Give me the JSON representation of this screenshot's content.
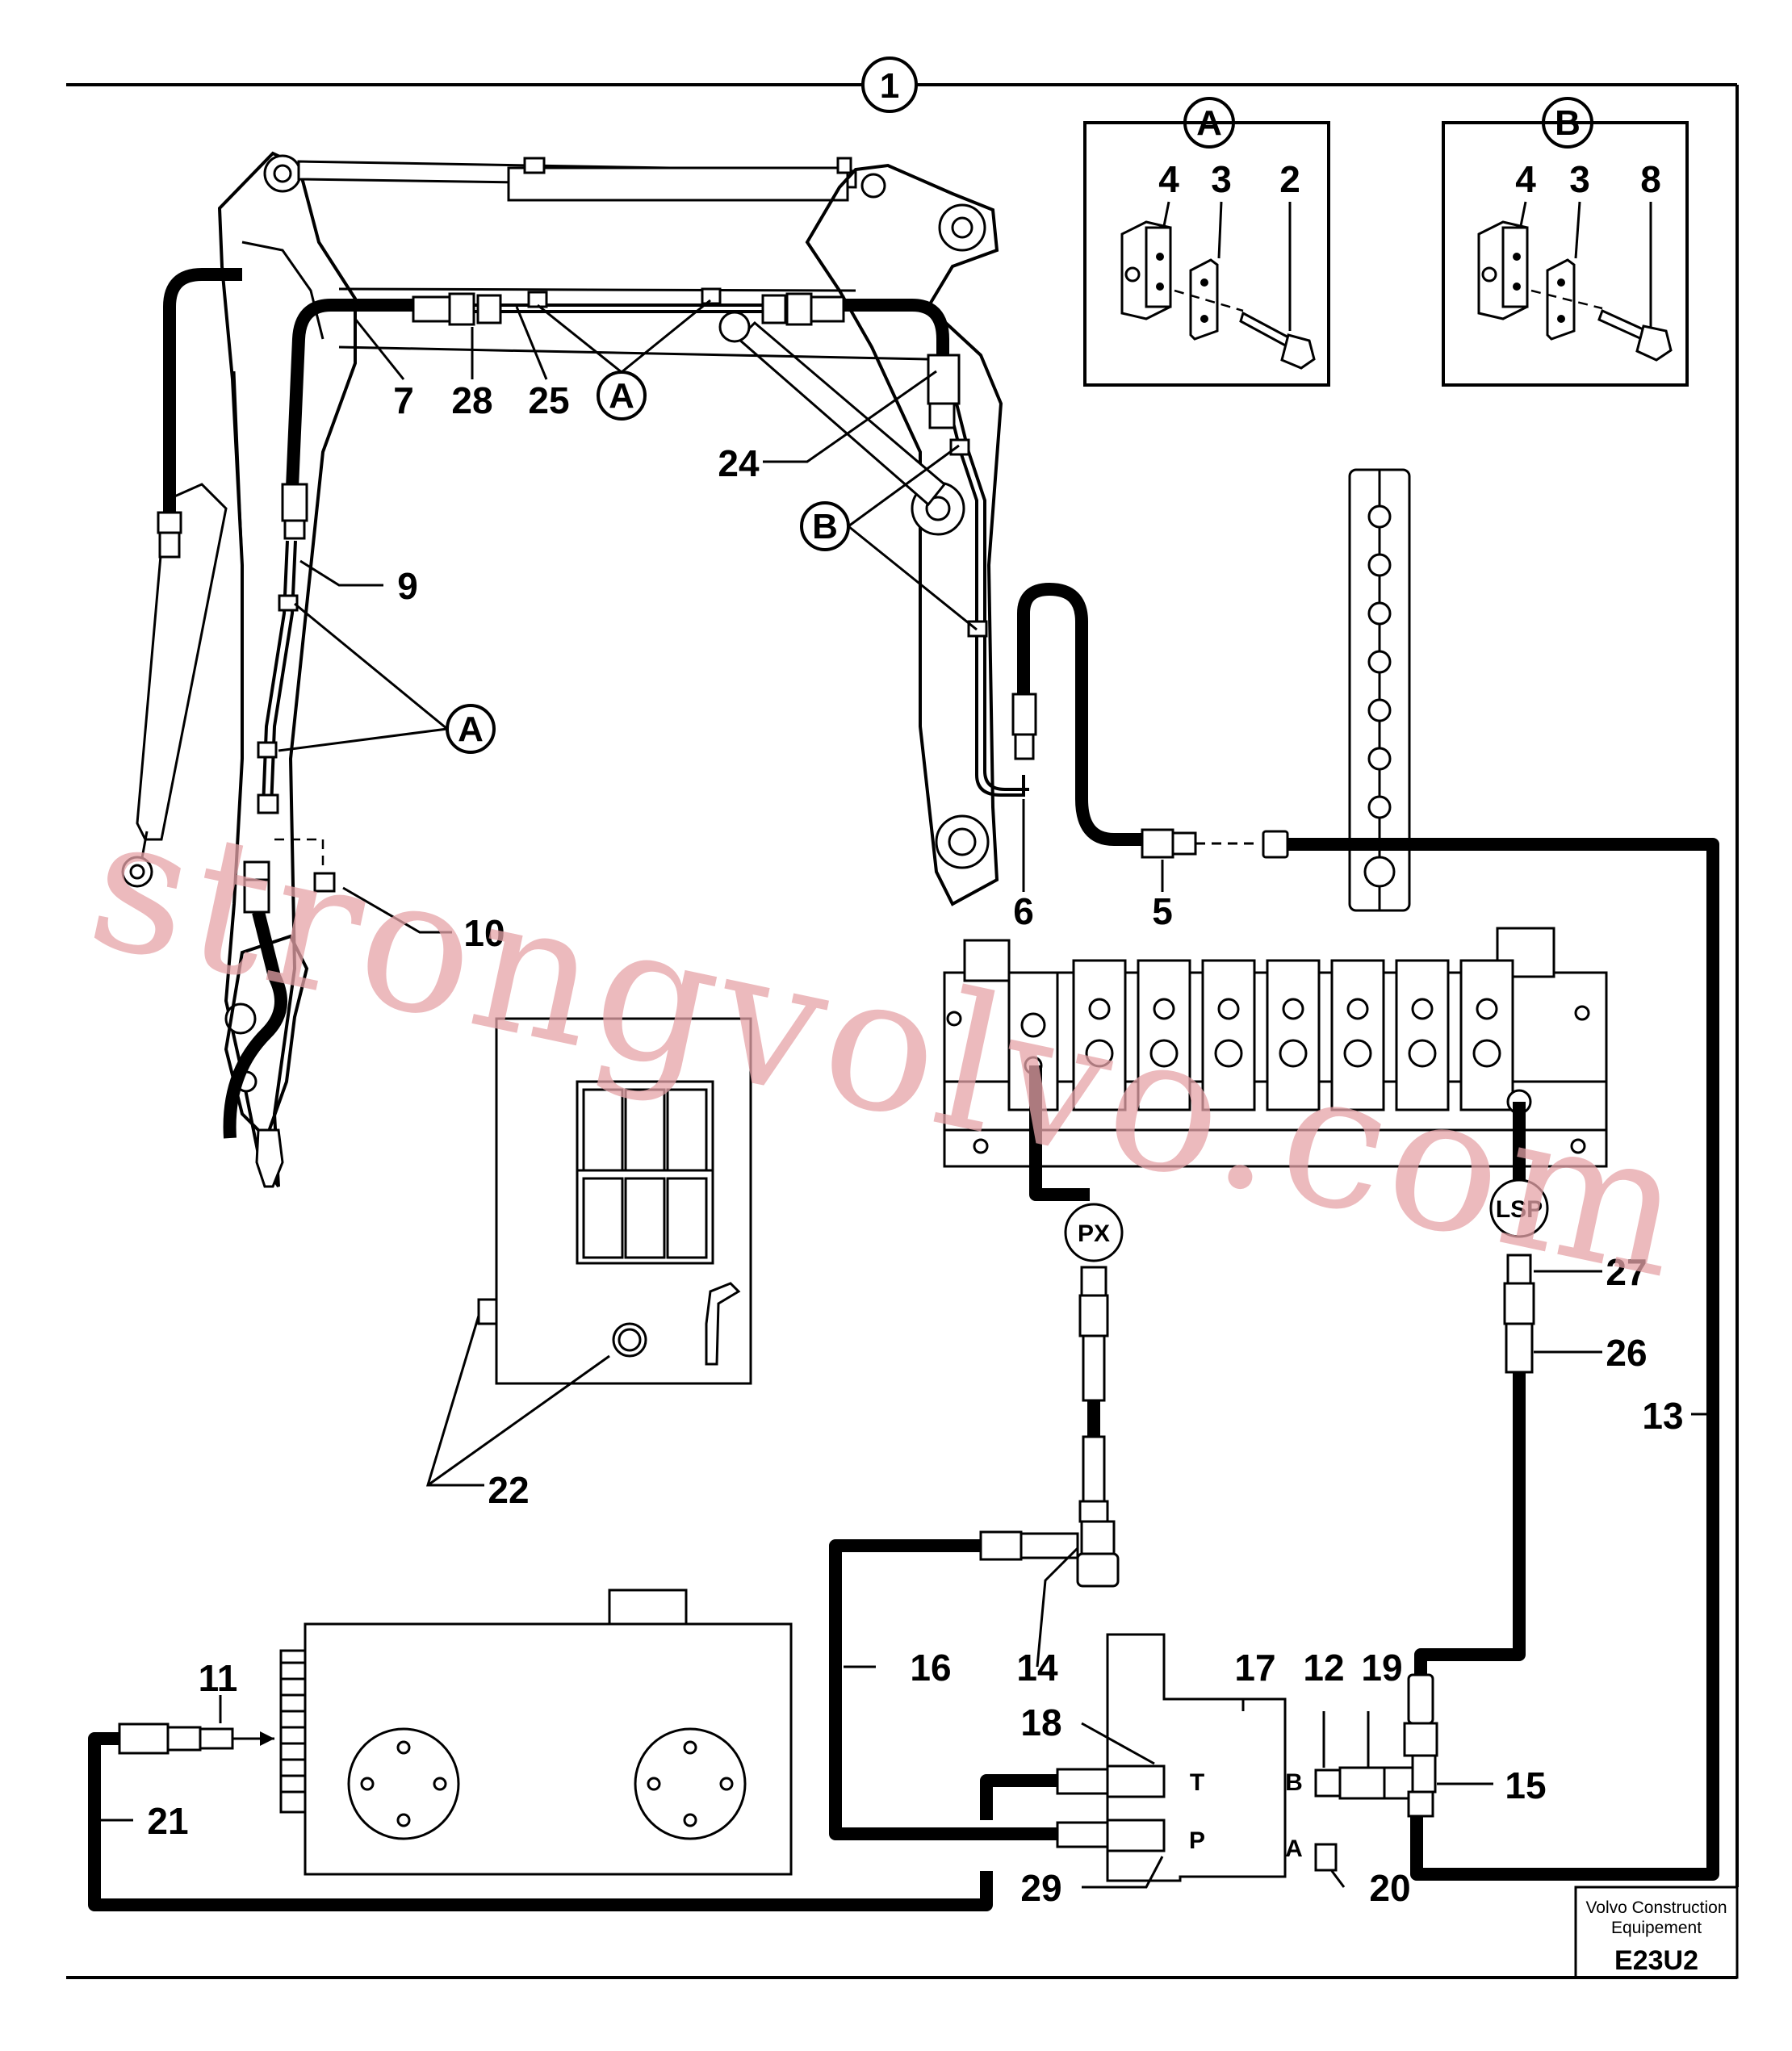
{
  "sheet": {
    "callout_main": "1",
    "detail_a": {
      "label": "A",
      "parts": [
        "4",
        "3",
        "2"
      ]
    },
    "detail_b": {
      "label": "B",
      "parts": [
        "4",
        "3",
        "8"
      ]
    },
    "clamp_callout_a": "A",
    "clamp_callout_b": "B",
    "port_px": "PX",
    "port_lsp": "LSP",
    "valve_ports": {
      "t": "T",
      "p": "P",
      "b": "B",
      "a": "A"
    }
  },
  "parts": {
    "p7": "7",
    "p28": "28",
    "p25": "25",
    "p24": "24",
    "p9": "9",
    "p10": "10",
    "p6": "6",
    "p5": "5",
    "p22": "22",
    "p27": "27",
    "p26": "26",
    "p13": "13",
    "p11": "11",
    "p21": "21",
    "p16": "16",
    "p14": "14",
    "p17": "17",
    "p12": "12",
    "p19": "19",
    "p18": "18",
    "p15": "15",
    "p29": "29",
    "p20": "20"
  },
  "footer": {
    "company_line1": "Volvo Construction",
    "company_line2": "Equipement",
    "code": "E23U2"
  },
  "watermark": "strongvolvo.com"
}
